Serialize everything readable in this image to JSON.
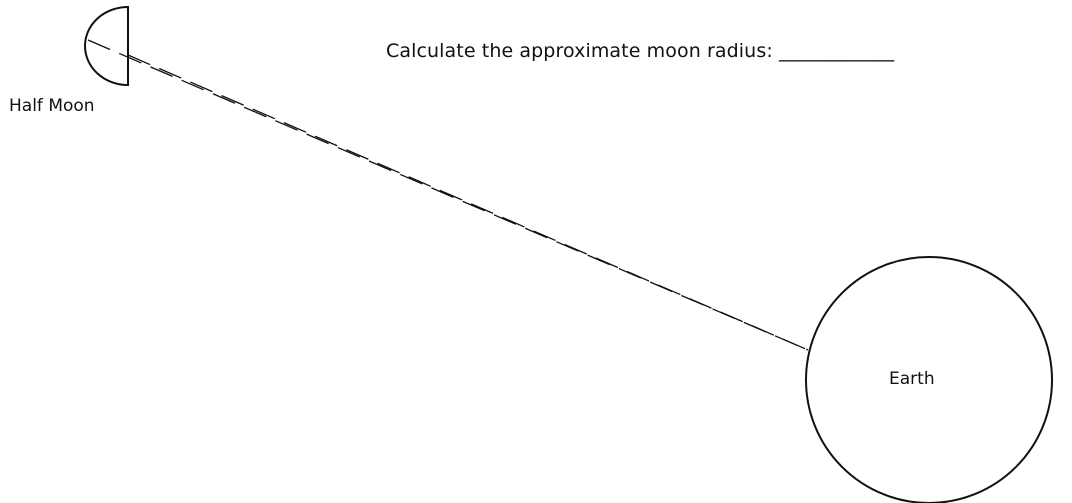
{
  "question": {
    "text": "Calculate the approximate moon radius: ____________"
  },
  "labels": {
    "moon": "Half Moon",
    "earth": "Earth"
  },
  "colors": {
    "stroke": "#111111",
    "background": "#ffffff"
  }
}
